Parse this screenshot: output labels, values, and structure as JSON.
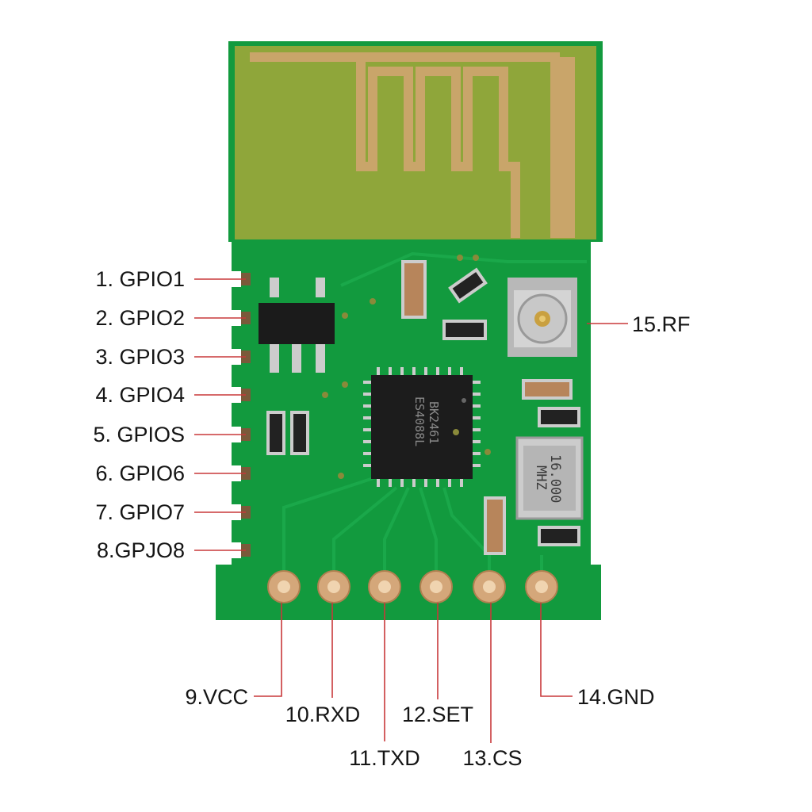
{
  "module": {
    "chip_marking_line1": "BK2461",
    "chip_marking_line2": "ES4088L",
    "crystal_marking_line1": "16.000",
    "crystal_marking_line2": "MHZ"
  },
  "left_pins": [
    {
      "label": "1. GPIO1"
    },
    {
      "label": "2. GPIO2"
    },
    {
      "label": "3. GPIO3"
    },
    {
      "label": "4. GPIO4"
    },
    {
      "label": "5. GPIOS"
    },
    {
      "label": "6. GPIO6"
    },
    {
      "label": "7. GPIO7"
    },
    {
      "label": "8.GPJO8"
    }
  ],
  "bottom_pins": [
    {
      "label": "9.VCC"
    },
    {
      "label": "10.RXD"
    },
    {
      "label": "11.TXD"
    },
    {
      "label": "12.SET"
    },
    {
      "label": "13.CS"
    },
    {
      "label": "14.GND"
    }
  ],
  "right_pins": [
    {
      "label": "15.RF"
    }
  ],
  "colors": {
    "pcb": "#129a3e",
    "antenna_area": "#8fa63a",
    "copper": "#c9a56a",
    "leader_line": "#c8383a"
  }
}
